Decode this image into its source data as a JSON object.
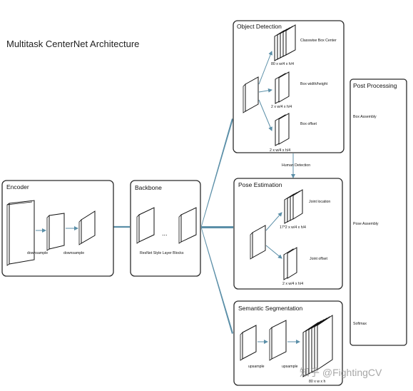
{
  "title": "Multitask CenterNet Architecture",
  "panels": {
    "encoder": {
      "title": "Encoder",
      "labels": [
        "downsample",
        "downsample"
      ]
    },
    "backbone": {
      "title": "Backbone",
      "dots": "...",
      "caption": "ResNet Style Layer Blocks"
    },
    "object_detection": {
      "title": "Object Detection",
      "outputs": [
        {
          "name": "Classwise Box Center",
          "shape": "80 x w/4 x h/4"
        },
        {
          "name": "Box width/height",
          "shape": "2 x w/4 x h/4"
        },
        {
          "name": "Box offset",
          "shape": "2 x w/4 x h/4"
        }
      ]
    },
    "pose_estimation": {
      "title": "Pose Estimation",
      "outputs": [
        {
          "name": "Joint location",
          "shape": "17*2 x w/4 x h/4"
        },
        {
          "name": "Joint offset",
          "shape": "2 x w/4 x h/4"
        }
      ]
    },
    "semantic_segmentation": {
      "title": "Semantic Segmentation",
      "labels": [
        "upsample",
        "upsample"
      ],
      "output_shape": "80 x w x h"
    },
    "post_processing": {
      "title": "Post Processing",
      "items": [
        "Box Assembly",
        "Pose Assembly",
        "Softmax"
      ]
    }
  },
  "human_detection_label": "Human Detection",
  "watermark": "知乎 @FightingCV",
  "colors": {
    "connector": "#5b8fa8",
    "border": "#2b2b2b"
  }
}
